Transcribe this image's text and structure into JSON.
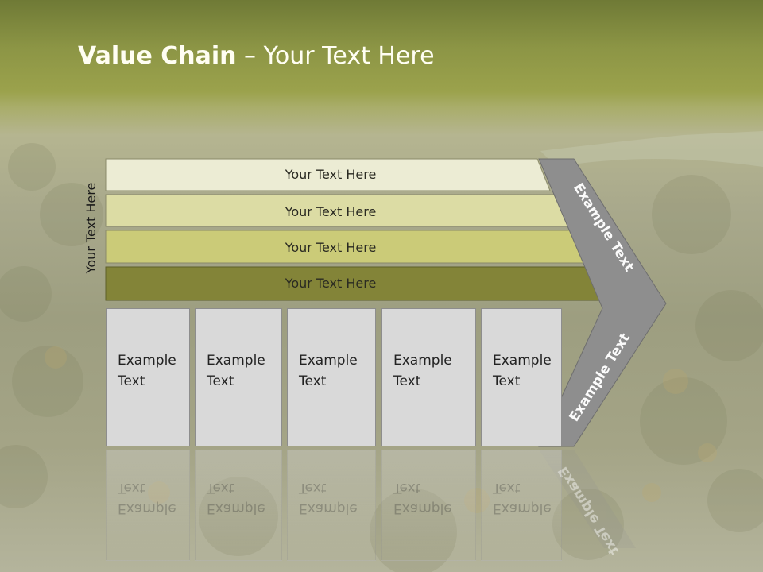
{
  "title": {
    "bold": "Value Chain",
    "rest": " – Your Text Here"
  },
  "side_label": "Your Text Here",
  "bars": [
    {
      "label": "Your Text Here",
      "fill": "#ececd4"
    },
    {
      "label": "Your Text Here",
      "fill": "#dcdca4"
    },
    {
      "label": "Your Text Here",
      "fill": "#cbcb78"
    },
    {
      "label": "Your Text Here",
      "fill": "#838438"
    }
  ],
  "boxes": [
    {
      "line1": "Example",
      "line2": "Text"
    },
    {
      "line1": "Example",
      "line2": "Text"
    },
    {
      "line1": "Example",
      "line2": "Text"
    },
    {
      "line1": "Example",
      "line2": "Text"
    },
    {
      "line1": "Example",
      "line2": "Text"
    }
  ],
  "chevron": {
    "upper_label": "Example Text",
    "lower_label": "Example Text",
    "fill": "#8e8e8e"
  }
}
